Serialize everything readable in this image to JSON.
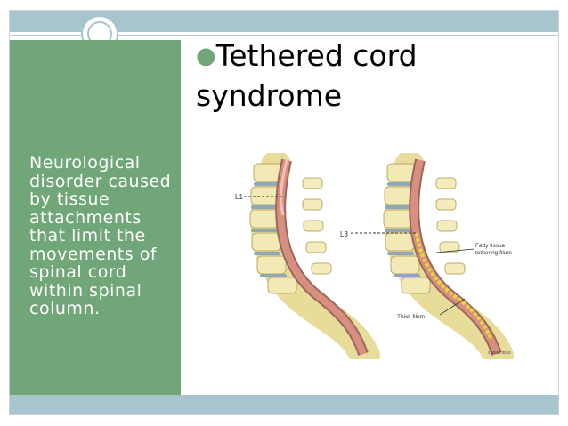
{
  "slide": {
    "title": "Tethered cord syndrome",
    "side_text": "Neurological disorder caused by tissue attachments that limit the movements of spinal cord within spinal column."
  },
  "illustration": {
    "left_label": "L1",
    "right_label": "L3",
    "annotation_fatty": [
      "Fatty tissue",
      "tethering filum"
    ],
    "annotation_thick": "Thick filum",
    "credit": "©MMG 2010"
  },
  "colors": {
    "panel_green": "#71a678",
    "band_blue": "#a8c5cf",
    "bone": "#e8dc9a",
    "disc": "#8fa7b8",
    "cord": "#d98f7f"
  }
}
